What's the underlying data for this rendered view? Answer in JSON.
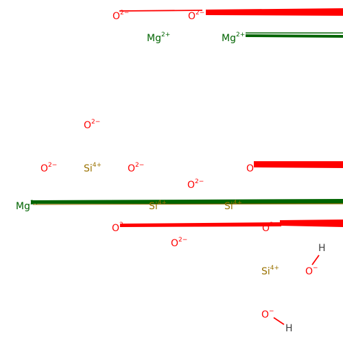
{
  "palette": {
    "O": "#ff0000",
    "Mg": "#006400",
    "Si": "#9a7200",
    "H": "#404040",
    "bond_O": "#ff0000",
    "bond_Mg": "#006400",
    "bond_Si": "#8b6b00"
  },
  "atoms": [
    {
      "id": "o1",
      "element": "O",
      "symbol": "O",
      "charge": "2−"
    },
    {
      "id": "o2",
      "element": "O",
      "symbol": "O",
      "charge": "2−"
    },
    {
      "id": "mg1",
      "element": "Mg",
      "symbol": "Mg",
      "charge": "2+"
    },
    {
      "id": "mg2",
      "element": "Mg",
      "symbol": "Mg",
      "charge": "2+"
    },
    {
      "id": "o3",
      "element": "O",
      "symbol": "O",
      "charge": "2−"
    },
    {
      "id": "o4",
      "element": "O",
      "symbol": "O",
      "charge": "2−"
    },
    {
      "id": "si1",
      "element": "Si",
      "symbol": "Si",
      "charge": "4+"
    },
    {
      "id": "o5",
      "element": "O",
      "symbol": "O",
      "charge": "2−"
    },
    {
      "id": "o6",
      "element": "O",
      "symbol": "O",
      "charge": "2−"
    },
    {
      "id": "o7",
      "element": "O",
      "symbol": "O",
      "charge": "2−"
    },
    {
      "id": "mg3",
      "element": "Mg",
      "symbol": "Mg",
      "charge": "2+"
    },
    {
      "id": "si2",
      "element": "Si",
      "symbol": "Si",
      "charge": "4+"
    },
    {
      "id": "si3",
      "element": "Si",
      "symbol": "Si",
      "charge": "4+"
    },
    {
      "id": "o8",
      "element": "O",
      "symbol": "O",
      "charge": "2−"
    },
    {
      "id": "o9",
      "element": "O",
      "symbol": "O",
      "charge": "2−"
    },
    {
      "id": "o10",
      "element": "O",
      "symbol": "O",
      "charge": "2−"
    },
    {
      "id": "h1",
      "element": "H",
      "symbol": "H",
      "charge": ""
    },
    {
      "id": "si4",
      "element": "Si",
      "symbol": "Si",
      "charge": "4+"
    },
    {
      "id": "o11",
      "element": "O",
      "symbol": "O",
      "charge": "−"
    },
    {
      "id": "o12",
      "element": "O",
      "symbol": "O",
      "charge": "−"
    },
    {
      "id": "h2",
      "element": "H",
      "symbol": "H",
      "charge": ""
    }
  ],
  "bonds": [
    {
      "from": "o1",
      "to": "o2",
      "color": "O",
      "style": "thin"
    },
    {
      "from": "o2",
      "to": "edge",
      "color": "O",
      "style": "wedge"
    },
    {
      "from": "mg2",
      "to": "edge",
      "color": "Mg",
      "style": "double"
    },
    {
      "from": "o7",
      "to": "edge",
      "color": "O",
      "style": "wedge"
    },
    {
      "from": "mg3",
      "to": "edge",
      "color": "Mg",
      "style": "wedge"
    },
    {
      "from": "mg3",
      "to": "edge",
      "color": "Si",
      "style": "thin"
    },
    {
      "from": "o8",
      "to": "o9",
      "color": "O",
      "style": "wedge"
    },
    {
      "from": "o9",
      "to": "edge",
      "color": "O",
      "style": "wedge"
    },
    {
      "from": "o11",
      "to": "h1",
      "color": "O",
      "style": "single"
    },
    {
      "from": "o12",
      "to": "h2",
      "color": "O",
      "style": "single"
    }
  ]
}
